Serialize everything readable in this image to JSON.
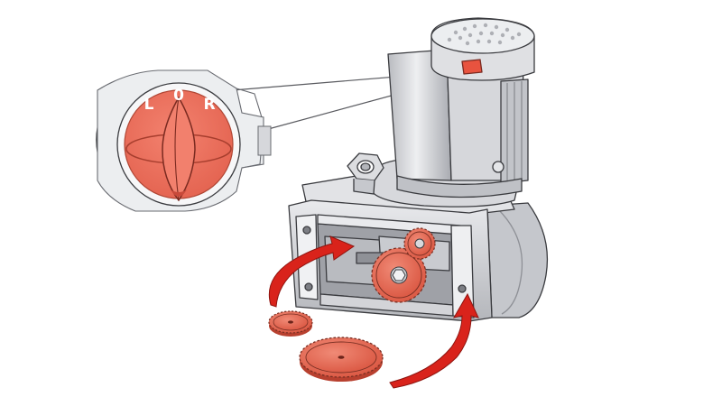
{
  "dial": {
    "left_label": "L",
    "center_label": "0",
    "right_label": "R"
  },
  "colors": {
    "accent": "#ec6d5a",
    "accent_dark": "#c84a3a",
    "arrow_red": "#d9231b",
    "metal_light": "#e4e5e8",
    "metal_mid": "#c9cacf",
    "metal_dark": "#8e9096",
    "outline": "#3a3b3f"
  },
  "icons": {
    "dial": "rotary-selector-dial-icon",
    "arrow": "curved-arrow-icon",
    "gear": "gear-icon"
  }
}
